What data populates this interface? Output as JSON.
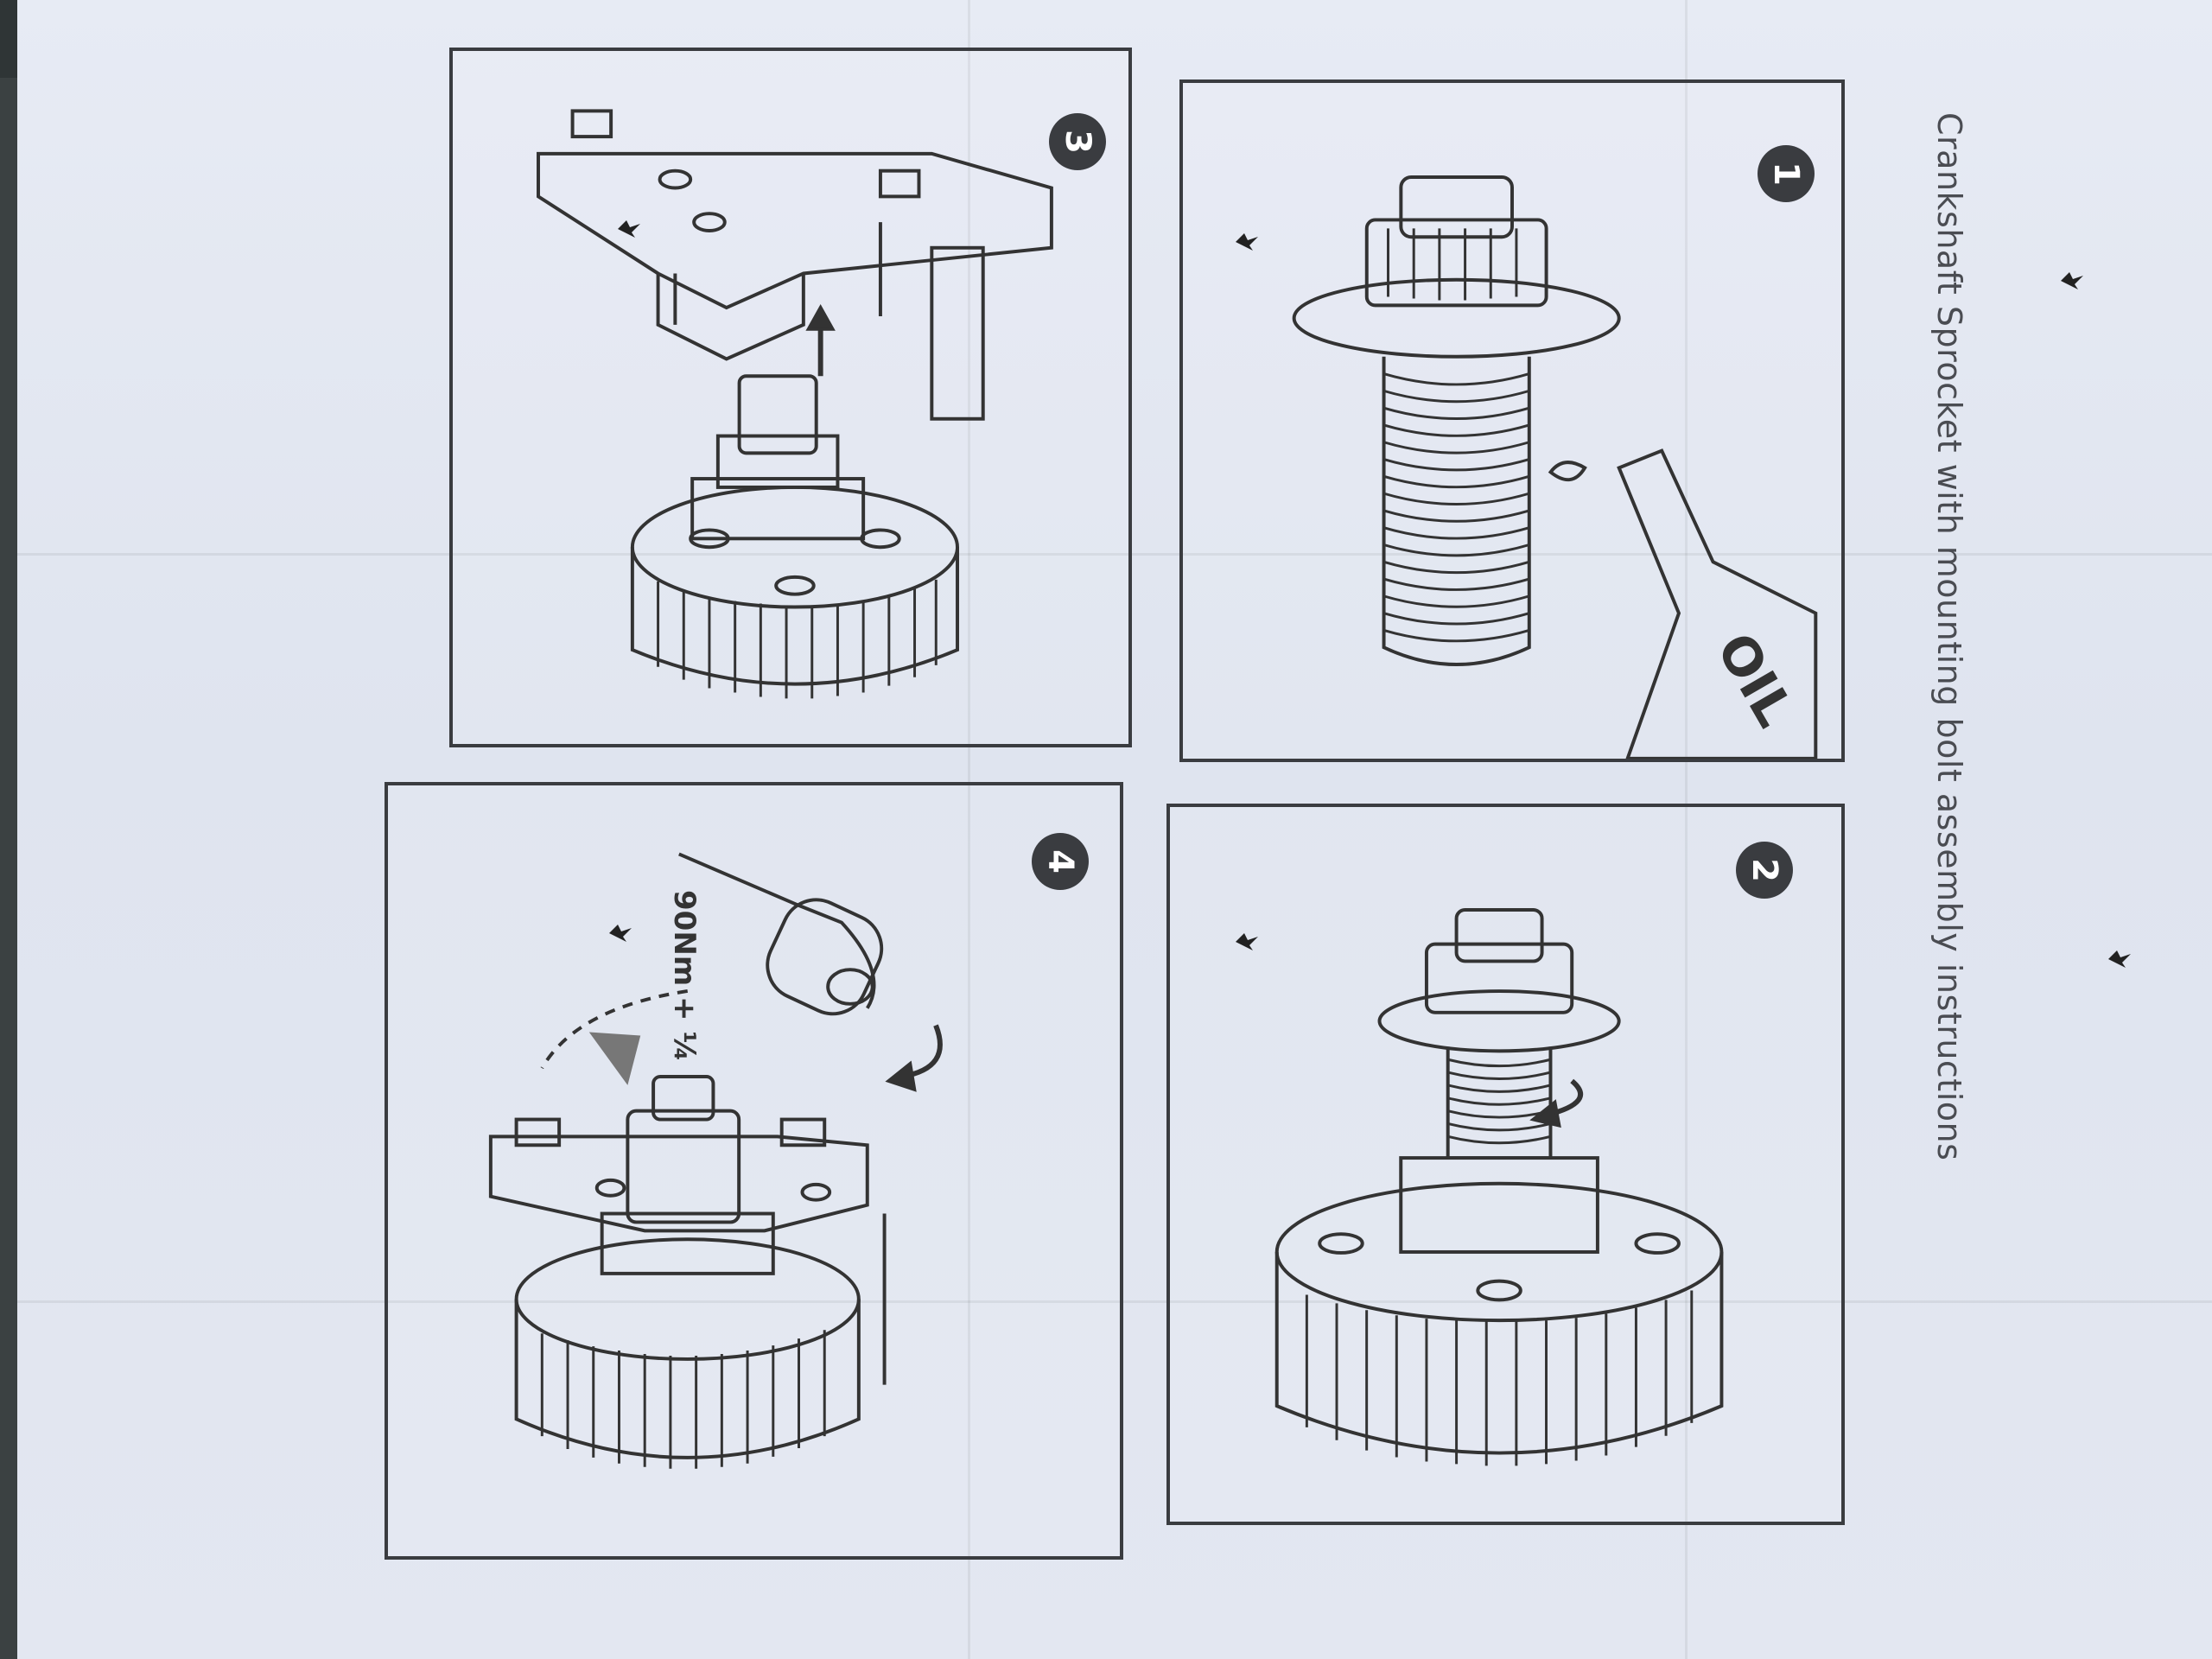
{
  "document": {
    "title": "Crankshaft Sprocket with mounting bolt assembly instructions"
  },
  "steps": [
    {
      "number": "1",
      "caption": "OIL"
    },
    {
      "number": "2"
    },
    {
      "number": "3"
    },
    {
      "number": "4",
      "torque": "90Nm + ¼"
    }
  ],
  "colors": {
    "paper": "#e3e7f1",
    "ink": "#3a3c40",
    "background": "#3b4142"
  }
}
